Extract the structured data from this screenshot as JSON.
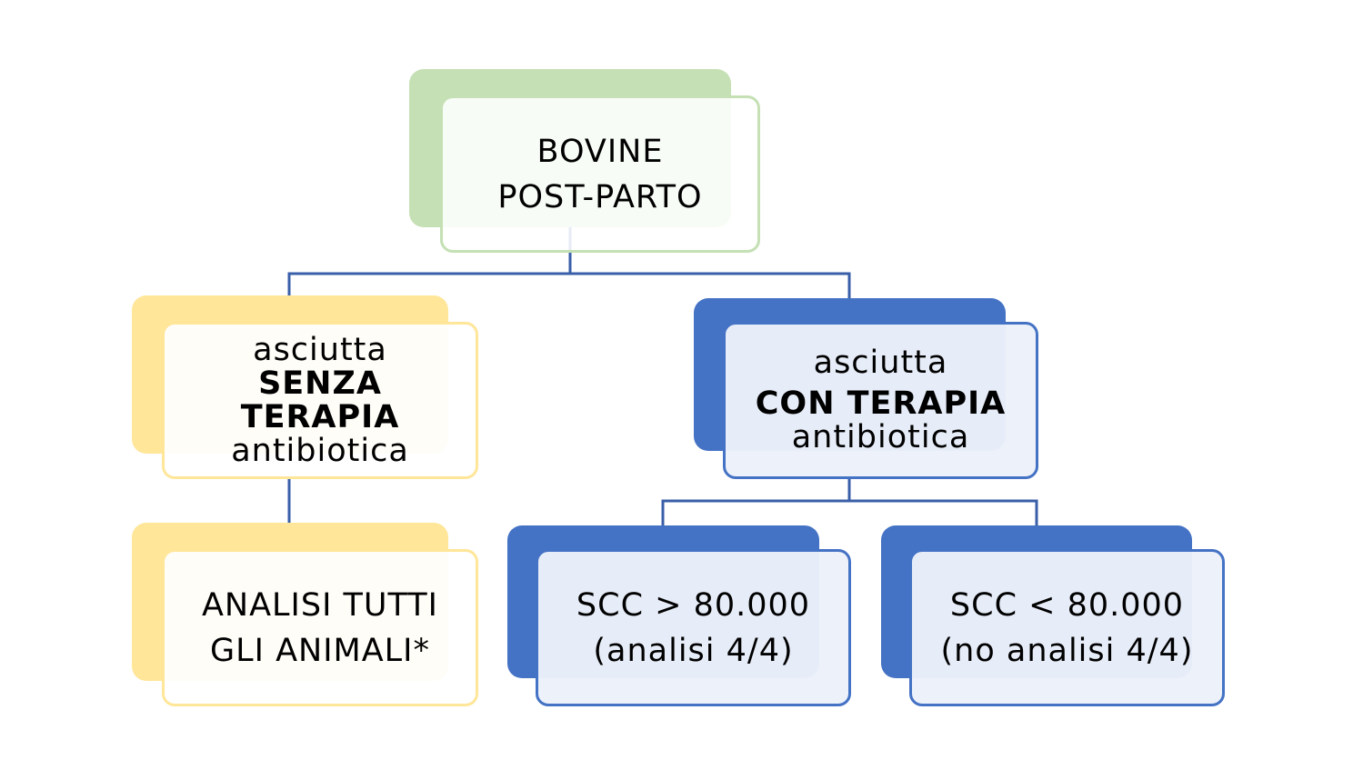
{
  "colors": {
    "connector": "#3a5fa8",
    "green": "#c5e0b4",
    "yellow": "#ffe699",
    "blue": "#4472c4"
  },
  "nodes": {
    "root": {
      "line1": "BOVINE",
      "line2": "POST-PARTO"
    },
    "senza": {
      "line1": "asciutta",
      "line2": "SENZA",
      "line3": "TERAPIA",
      "line4": "antibiotica"
    },
    "con": {
      "line1": "asciutta",
      "line2": "CON TERAPIA",
      "line3": "antibiotica"
    },
    "analisi": {
      "line1": "ANALISI TUTTI",
      "line2": "GLI ANIMALI*"
    },
    "scc_high": {
      "line1": "SCC > 80.000",
      "line2": "(analisi 4/4)"
    },
    "scc_low": {
      "line1": "SCC < 80.000",
      "line2": "(no analisi 4/4)"
    }
  }
}
